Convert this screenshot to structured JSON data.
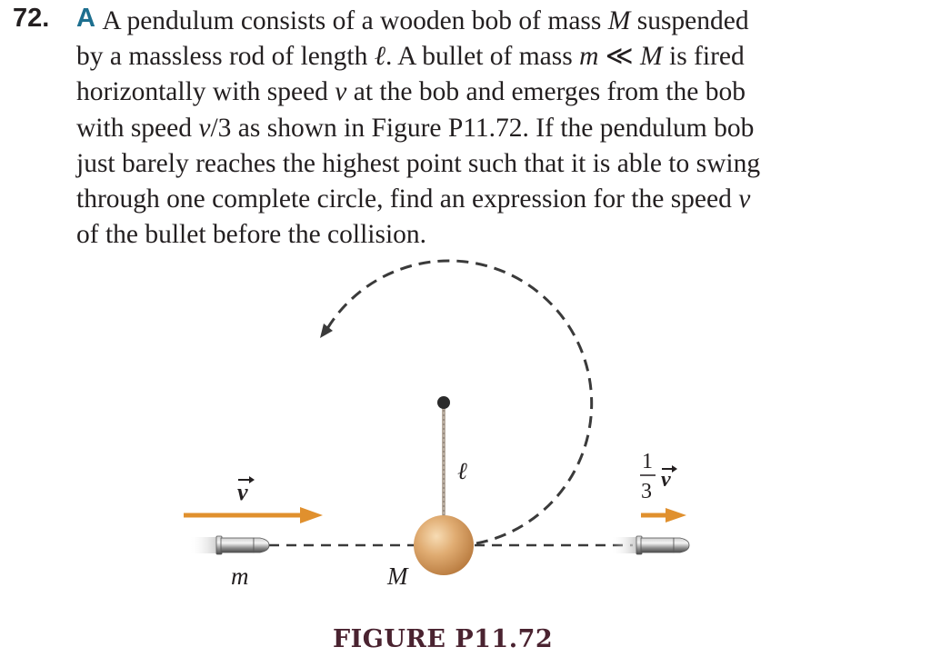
{
  "problem": {
    "number": "72.",
    "badge": "A",
    "lines": [
      "A pendulum consists of a wooden bob of mass M suspended",
      "by a massless rod of length ℓ. A bullet of mass m ≪ M is fired",
      "horizontally with speed v at the bob and emerges from the bob",
      "with speed v/3 as shown in Figure P11.72. If the pendulum bob",
      "just barely reaches the highest point such that it is able to swing",
      "through one complete circle, find an expression for the speed v",
      "of the bullet before the collision."
    ],
    "segments": {
      "l1a": "A pendulum consists of a wooden bob of mass ",
      "l1b": "M",
      "l1c": " suspended",
      "l2a": "by a massless rod of length ",
      "l2b": "ℓ",
      "l2c": ". A bullet of mass ",
      "l2d": "m",
      "l2e": " ≪ ",
      "l2f": "M",
      "l2g": " is fired",
      "l3a": "horizontally with speed ",
      "l3b": "v",
      "l3c": " at the bob and emerges from the bob",
      "l4a": "with speed ",
      "l4b": "v",
      "l4c": "/3 as shown in Figure P11.72. If the pendulum bob",
      "l5": "just barely reaches the highest point such that it is able to swing",
      "l6a": "through one complete circle, find an expression for the speed ",
      "l6b": "v",
      "l7": "of the bullet before the collision."
    }
  },
  "figure": {
    "caption": "FIGURE P11.72",
    "labels": {
      "rod_length": "ℓ",
      "bob_mass": "M",
      "bullet_mass": "m",
      "initial_velocity": "v",
      "final_velocity_fraction_num": "1",
      "final_velocity_fraction_den": "3",
      "final_velocity": "v"
    },
    "colors": {
      "velocity_arrow": "#e0902e",
      "bob": "#d9a46a",
      "dashed_path": "#3a3a3a",
      "caption": "#4a2330",
      "badge": "#1d6f8f"
    }
  }
}
